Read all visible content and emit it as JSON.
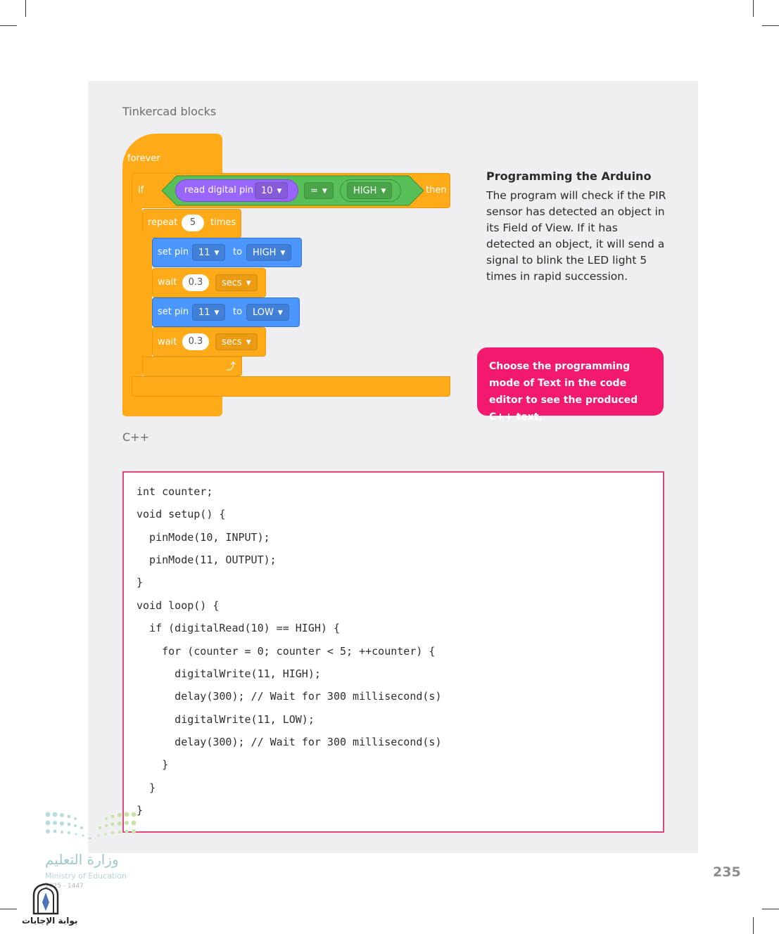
{
  "section_blocks_label": "Tinkercad blocks",
  "section_cpp_label": "C++",
  "blocks": {
    "forever": "forever",
    "if": "if",
    "read_digital_pin": "read digital pin",
    "pin_value": "10",
    "operator": "=",
    "compare_value": "HIGH",
    "then": "then",
    "repeat": "repeat",
    "repeat_count": "5",
    "times": "times",
    "set_pin_1": {
      "label": "set pin",
      "pin": "11",
      "to": "to",
      "value": "HIGH"
    },
    "wait_1": {
      "label": "wait",
      "value": "0.3",
      "unit": "secs"
    },
    "set_pin_2": {
      "label": "set pin",
      "pin": "11",
      "to": "to",
      "value": "LOW"
    },
    "wait_2": {
      "label": "wait",
      "value": "0.3",
      "unit": "secs"
    },
    "loop_arrow": "⤴"
  },
  "description": {
    "title": "Programming the Arduino",
    "body": "The program will check if the PIR sensor has detected an object in its Field of View. If it has detected an object, it will send a signal to blink the LED light 5 times in rapid succession."
  },
  "callout": "Choose the programming mode of Text in the code editor to see the produced C++ text.",
  "code_lines": [
    "int counter;",
    "void setup() {",
    "  pinMode(10, INPUT);",
    "  pinMode(11, OUTPUT);",
    "}",
    "void loop() {",
    "  if (digitalRead(10) == HIGH) {",
    "    for (counter = 0; counter < 5; ++counter) {",
    "      digitalWrite(11, HIGH);",
    "      delay(300); // Wait for 300 millisecond(s)",
    "      digitalWrite(11, LOW);",
    "      delay(300); // Wait for 300 millisecond(s)",
    "    }",
    "  }",
    "}"
  ],
  "page_number": "235",
  "ministry": {
    "arabic": "وزارة التعليم",
    "english": "Ministry of Education",
    "year": "2025 - 1447"
  },
  "watermark": "بوابة الإجابات",
  "colors": {
    "control": "#ffab19",
    "sensing": "#5cb1d6",
    "operator": "#59c059",
    "output": "#4c97ff",
    "callout": "#f2196e",
    "code_border": "#e0457e"
  }
}
